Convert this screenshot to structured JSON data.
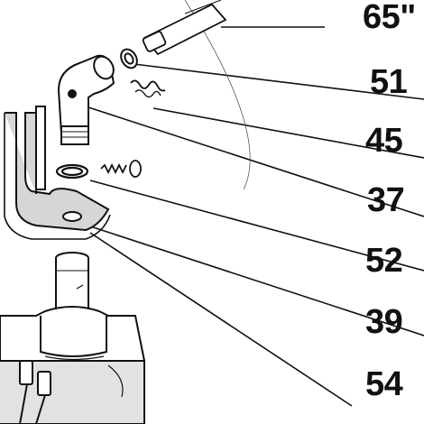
{
  "diagram": {
    "part_numbers": [
      "65\"",
      "51",
      "45",
      "37",
      "52",
      "39",
      "54"
    ]
  },
  "colors": {
    "ink": "#111111",
    "shading": "#cfcfcf",
    "background": "#ffffff"
  }
}
